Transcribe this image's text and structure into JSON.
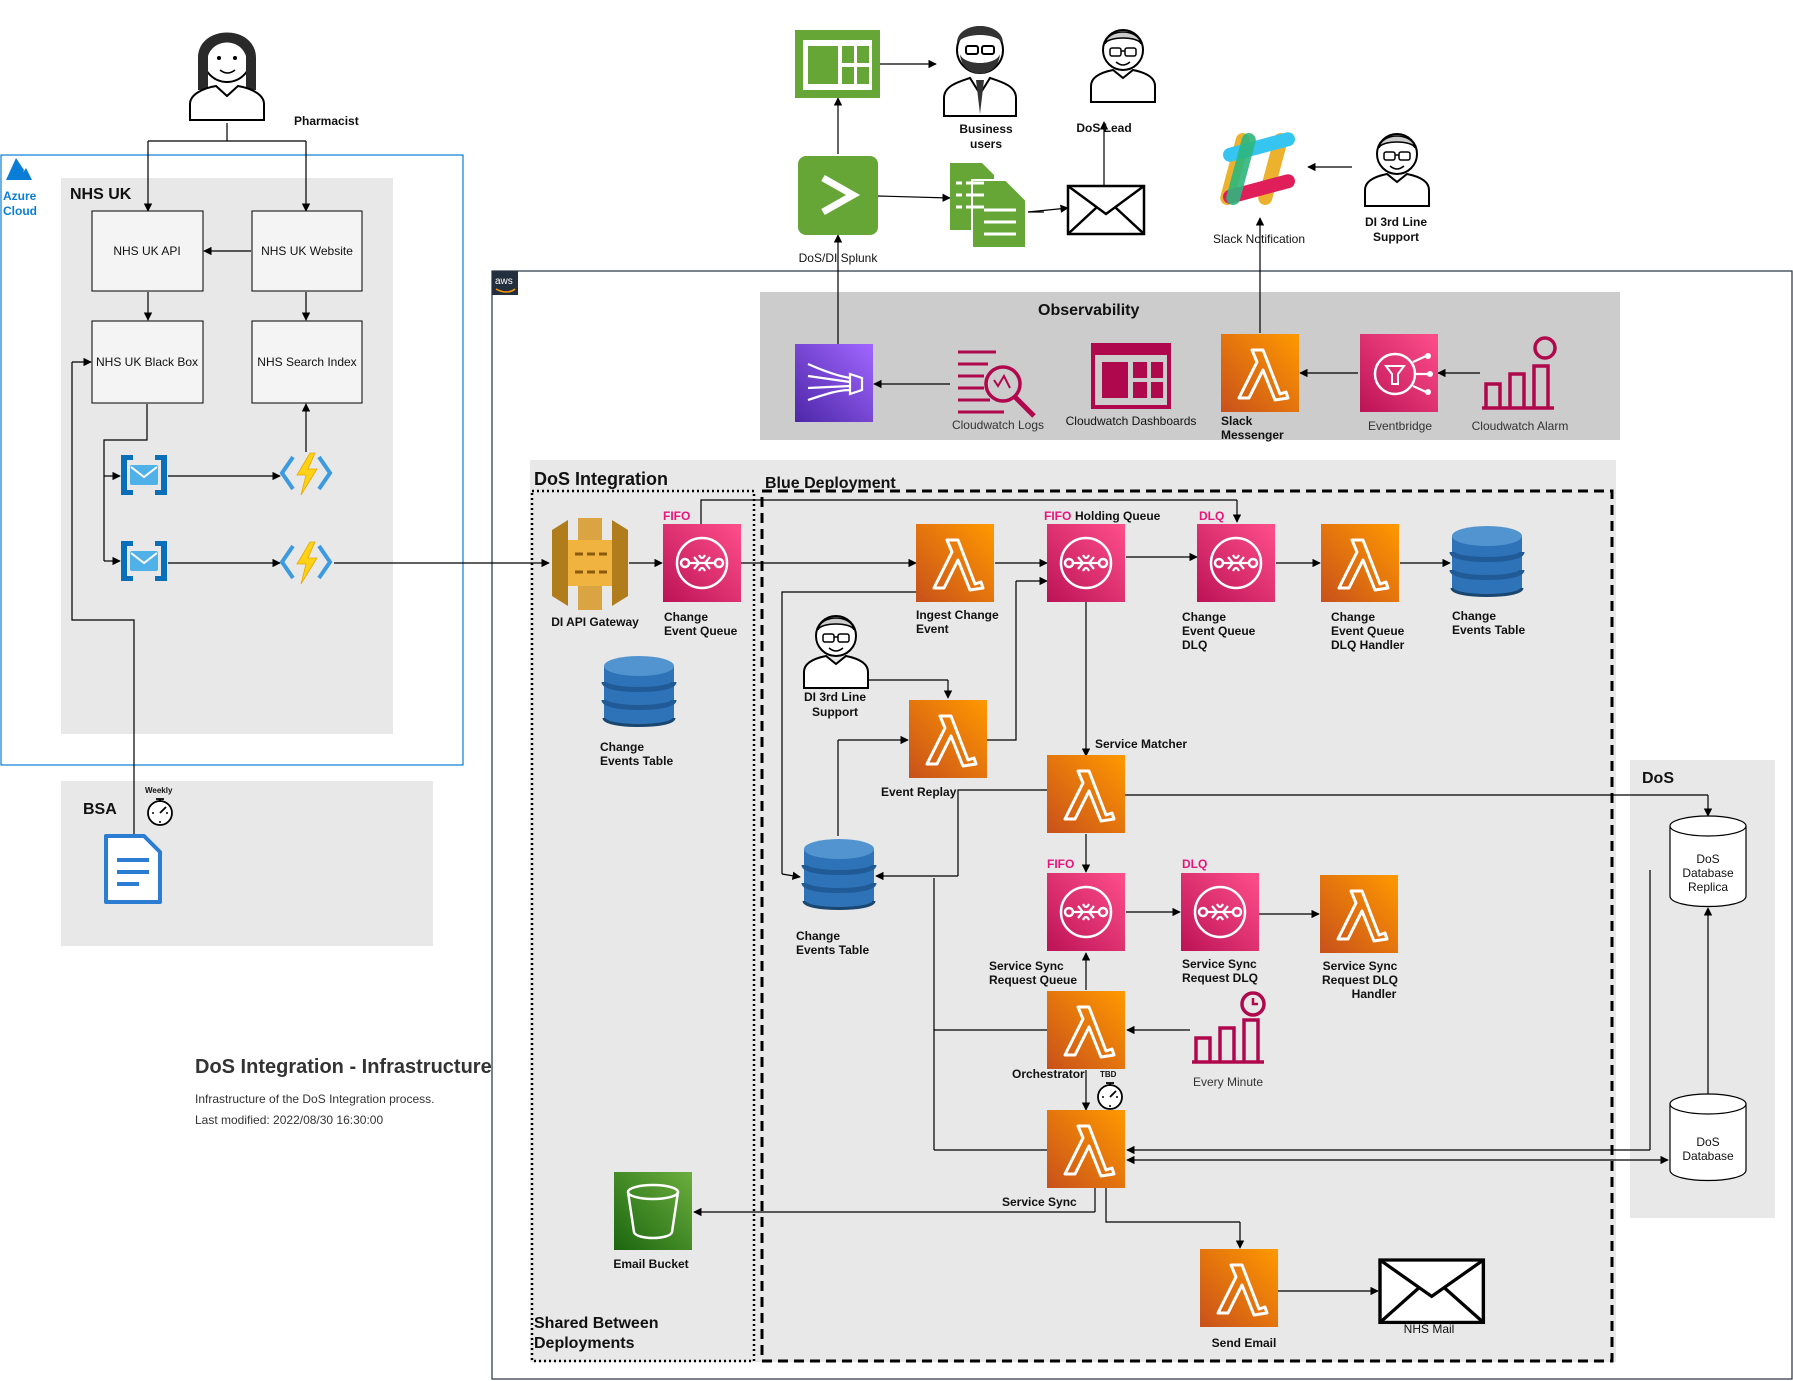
{
  "title": "DoS Integration - Infrastructure",
  "description": "Infrastructure of the DoS Integration process.",
  "last_modified": "Last modified: 2022/08/30 16:30:00",
  "groups": {
    "azure": [
      "Azure",
      "Cloud"
    ],
    "nhs_uk": "NHS UK",
    "bsa": "BSA",
    "observability": "Observability",
    "dos_integration": "DoS Integration",
    "blue_deployment": "Blue Deployment",
    "shared": [
      "Shared Between",
      "Deployments"
    ],
    "dos": "DoS"
  },
  "nodes": {
    "pharmacist": "Pharmacist",
    "nhs_uk_api": "NHS UK API",
    "nhs_uk_website": "NHS UK Website",
    "nhs_uk_black_box": "NHS UK Black Box",
    "nhs_search_index": "NHS Search Index",
    "weekly": "Weekly",
    "dos_di_splunk": "DoS/DI Splunk",
    "business_users": [
      "Business",
      "users"
    ],
    "dos_lead": "DoS Lead",
    "slack_notification": "Slack Notification",
    "di_3rd_line_support_top": [
      "DI 3rd Line",
      "Support"
    ],
    "cloudwatch_logs": "Cloudwatch Logs",
    "cloudwatch_dashboards": "Cloudwatch Dashboards",
    "slack_messenger": [
      "Slack",
      "Messenger"
    ],
    "eventbridge": "Eventbridge",
    "cloudwatch_alarm": "Cloudwatch Alarm",
    "di_api_gateway": "DI API Gateway",
    "change_event_queue": [
      "Change",
      "Event Queue"
    ],
    "change_events_table_shared": [
      "Change",
      "Events Table"
    ],
    "ingest_change_event": [
      "Ingest Change",
      "Event"
    ],
    "holding_queue": "Holding Queue",
    "change_event_queue_dlq": [
      "Change",
      "Event Queue",
      "DLQ"
    ],
    "change_event_queue_dlq_handler": [
      "Change",
      "Event Queue",
      "DLQ Handler"
    ],
    "change_events_table_top": [
      "Change",
      "Events Table"
    ],
    "di_3rd_line_support": [
      "DI 3rd Line",
      "Support"
    ],
    "event_replay": "Event Replay",
    "service_matcher": "Service Matcher",
    "change_events_table_blue": [
      "Change",
      "Events Table"
    ],
    "service_sync_request_queue": [
      "Service Sync",
      "Request Queue"
    ],
    "service_sync_request_dlq": [
      "Service Sync",
      "Request DLQ"
    ],
    "service_sync_request_dlq_handler": [
      "Service Sync",
      "Request DLQ",
      "Handler"
    ],
    "orchestrator": "Orchestrator",
    "tbd": "TBD",
    "every_minute": "Every Minute",
    "service_sync": "Service Sync",
    "email_bucket": "Email Bucket",
    "send_email": "Send Email",
    "nhs_mail": "NHS Mail",
    "dos_database_replica": [
      "DoS",
      "Database",
      "Replica"
    ],
    "dos_database": [
      "DoS",
      "Database"
    ]
  },
  "tags": {
    "fifo": "FIFO",
    "dlq": "DLQ",
    "aws": "aws"
  },
  "colors": {
    "lambda": "#ed7100",
    "sqs": "#e7157b",
    "dynamodb": "#2e73b8",
    "splunk": "#65a637",
    "s3": "#3f8624",
    "monitoring": "#b0084d",
    "firehose": "#8c4fff",
    "azure": "#0a7ed6",
    "group_gray": "#e8e8e8",
    "observability_gray": "#cccccc"
  }
}
